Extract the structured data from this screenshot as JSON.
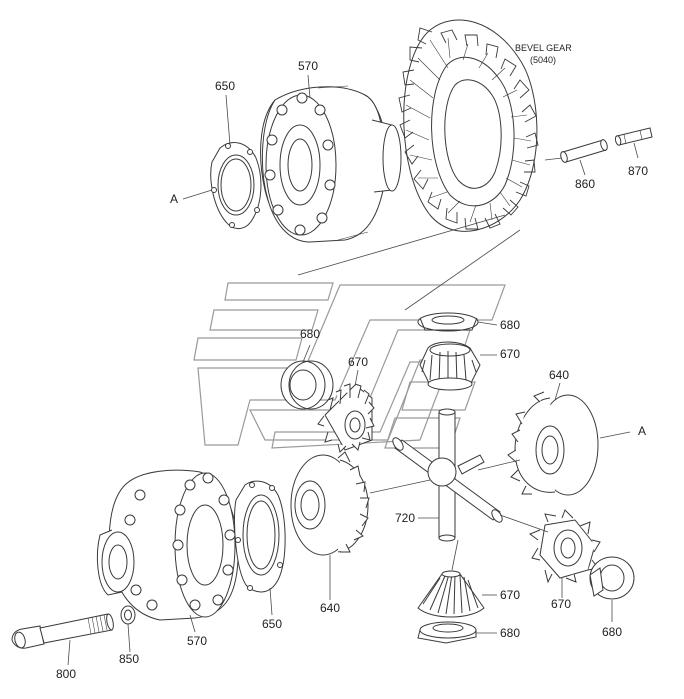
{
  "labels": {
    "bevel_gear_line1": "BEVEL GEAR",
    "bevel_gear_line2": "(5040)",
    "p650_top": "650",
    "p570_top": "570",
    "ref_a_left": "A",
    "p860": "860",
    "p870": "870",
    "p680_left": "680",
    "p670_left": "670",
    "p680_top": "680",
    "p670_top": "670",
    "p640_right": "640",
    "ref_a_right": "A",
    "p720": "720",
    "p570_bottom": "570",
    "p650_bottom": "650",
    "p640_bottom": "640",
    "p800": "800",
    "p850": "850",
    "p670_bottom": "670",
    "p680_bottom": "680",
    "p670_right": "670",
    "p680_right": "680"
  },
  "colors": {
    "line": "#3a3a3a",
    "watermark": "#9a9a9a",
    "background": "#ffffff"
  }
}
